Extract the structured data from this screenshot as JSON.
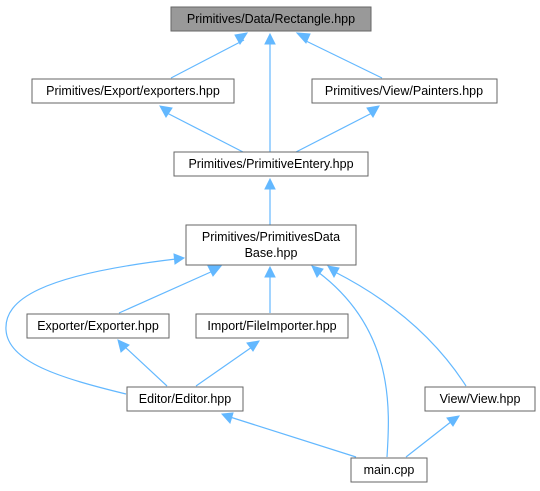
{
  "nodes": [
    {
      "id": "rectangle",
      "label": "Primitives/Data/Rectangle.hpp",
      "highlighted": true
    },
    {
      "id": "exporters",
      "label": "Primitives/Export/exporters.hpp"
    },
    {
      "id": "painters",
      "label": "Primitives/View/Painters.hpp"
    },
    {
      "id": "primitiveentery",
      "label": "Primitives/PrimitiveEntery.hpp"
    },
    {
      "id": "primitivesdatabase",
      "label": "Primitives/PrimitivesData Base.hpp",
      "lines": [
        "Primitives/PrimitivesData",
        "Base.hpp"
      ]
    },
    {
      "id": "exporter",
      "label": "Exporter/Exporter.hpp"
    },
    {
      "id": "fileimporter",
      "label": "Import/FileImporter.hpp"
    },
    {
      "id": "editor",
      "label": "Editor/Editor.hpp"
    },
    {
      "id": "view",
      "label": "View/View.hpp"
    },
    {
      "id": "main",
      "label": "main.cpp"
    }
  ],
  "edges": [
    {
      "from": "exporters",
      "to": "rectangle"
    },
    {
      "from": "primitiveentery",
      "to": "rectangle"
    },
    {
      "from": "painters",
      "to": "rectangle"
    },
    {
      "from": "primitiveentery",
      "to": "exporters"
    },
    {
      "from": "primitiveentery",
      "to": "painters"
    },
    {
      "from": "primitivesdatabase",
      "to": "primitiveentery"
    },
    {
      "from": "exporter",
      "to": "primitivesdatabase"
    },
    {
      "from": "fileimporter",
      "to": "primitivesdatabase"
    },
    {
      "from": "editor",
      "to": "primitivesdatabase"
    },
    {
      "from": "main",
      "to": "primitivesdatabase"
    },
    {
      "from": "view",
      "to": "primitivesdatabase"
    },
    {
      "from": "editor",
      "to": "exporter"
    },
    {
      "from": "editor",
      "to": "fileimporter"
    },
    {
      "from": "main",
      "to": "editor"
    },
    {
      "from": "main",
      "to": "view"
    }
  ],
  "colors": {
    "edge": "#63b8ff",
    "node_border": "#666666",
    "node_fill": "#ffffff",
    "highlight_fill": "#999999",
    "text": "#000000"
  }
}
